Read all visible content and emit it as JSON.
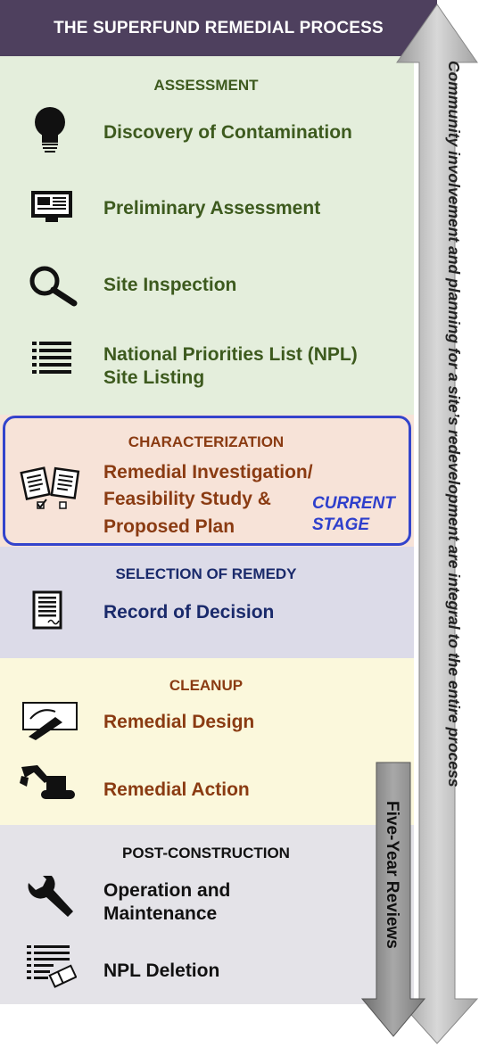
{
  "title": "THE SUPERFUND REMEDIAL PROCESS",
  "sections": {
    "assessment": {
      "heading": "ASSESSMENT",
      "items": [
        "Discovery of Contamination",
        "Preliminary Assessment",
        "Site Inspection",
        "National Priorities List (NPL)",
        "Site Listing"
      ]
    },
    "characterization": {
      "heading": "CHARACTERIZATION",
      "items": [
        "Remedial Investigation/",
        "Feasibility Study &",
        "Proposed Plan"
      ],
      "current_line1": "CURRENT",
      "current_line2": "STAGE"
    },
    "selection": {
      "heading": "SELECTION OF REMEDY",
      "items": [
        "Record of Decision"
      ]
    },
    "cleanup": {
      "heading": "CLEANUP",
      "items": [
        "Remedial Design",
        "Remedial Action"
      ]
    },
    "post": {
      "heading": "POST-CONSTRUCTION",
      "items": [
        "Operation and",
        "Maintenance",
        "NPL Deletion"
      ]
    }
  },
  "side_arrow_text": "Community involvement and planning for a site’s redevelopment are integral to the entire process",
  "five_year_text": "Five-Year Reviews",
  "colors": {
    "banner": "#4e405e",
    "assessment_bg": "#e4eedc",
    "characterization_bg": "#f7e3d8",
    "selection_bg": "#dcdbe8",
    "cleanup_bg": "#fbf8dc",
    "post_bg": "#e4e3e8",
    "current_outline": "#3344cc"
  },
  "icons": [
    "lightbulb-icon",
    "monitor-icon",
    "magnifier-icon",
    "list-icon",
    "documents-checklist-icon",
    "document-icon",
    "pen-drawing-icon",
    "excavator-icon",
    "wrench-icon",
    "list-eraser-icon"
  ]
}
